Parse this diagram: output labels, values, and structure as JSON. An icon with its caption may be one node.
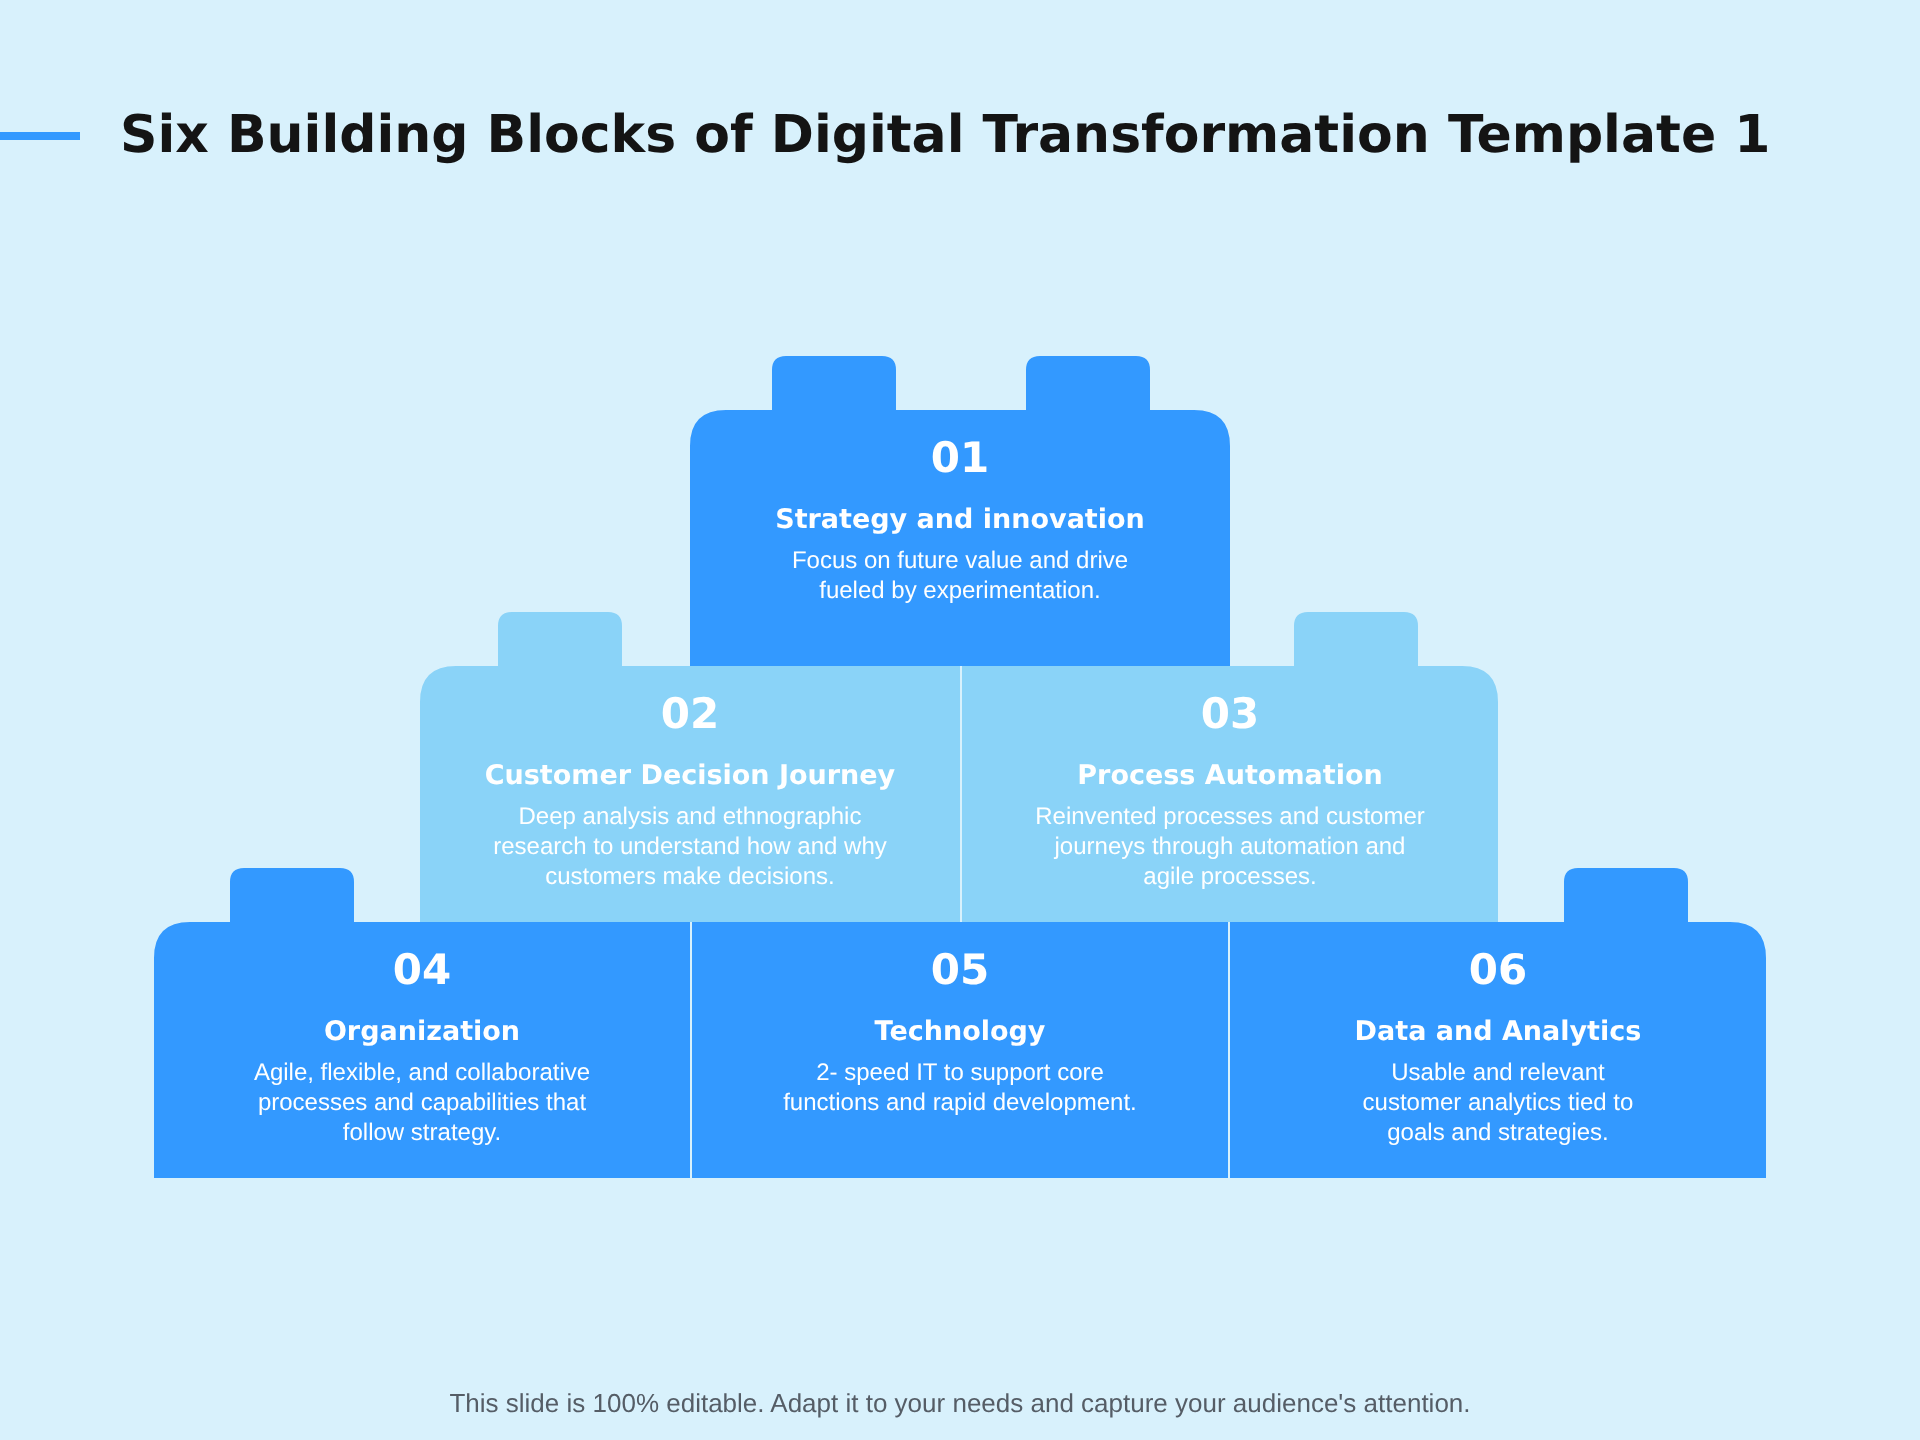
{
  "diagram": {
    "title": "Six Building Blocks of Digital Transformation Template 1",
    "nodes": [
      {
        "text": [
          "01",
          "Strategy and innovation",
          "Focus on future value and drive fueled by experimentation."
        ]
      },
      {
        "text": [
          "02",
          "Customer Decision Journey",
          "Deep analysis and ethnographic research to understand how and why customers make decisions."
        ]
      },
      {
        "text": [
          "03",
          "Process Automation",
          "Reinvented processes and customer journeys through automation and agile processes."
        ]
      },
      {
        "text": [
          "04",
          "Organization",
          "Agile, flexible, and collaborative processes and capabilities that follow strategy."
        ]
      },
      {
        "text": [
          "05",
          "Technology",
          "2- speed IT to support core functions and rapid development."
        ]
      },
      {
        "text": [
          "06",
          "Data and Analytics",
          "Usable and relevant customer analytics tied to goals and strategies."
        ]
      }
    ],
    "labels": [
      "This slide is 100% editable. Adapt it to your needs and capture your audience's attention."
    ]
  }
}
